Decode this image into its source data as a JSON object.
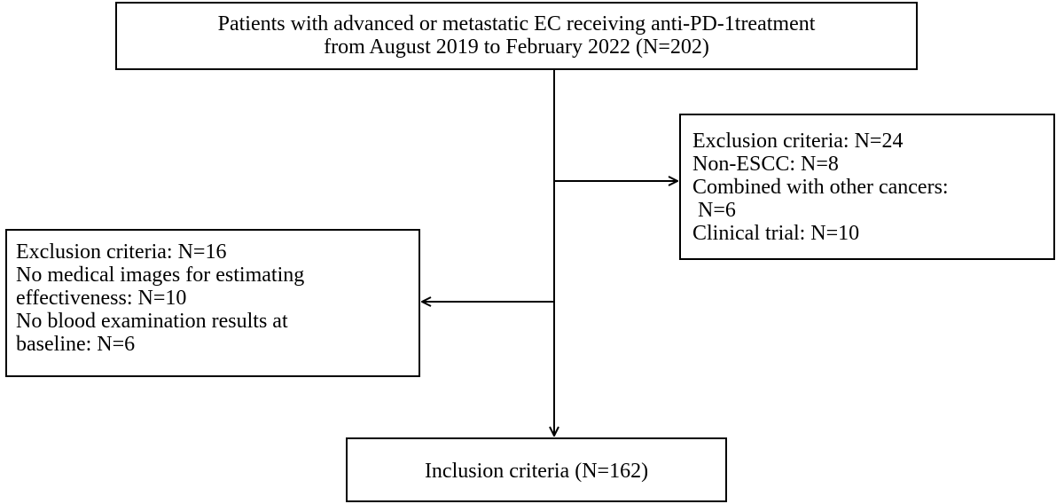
{
  "flow": {
    "top": {
      "lines": [
        "Patients with advanced or metastatic EC receiving anti-PD-1treatment",
        "from August 2019 to February 2022 (N=202)"
      ]
    },
    "exclusion_right": {
      "lines": [
        "Exclusion criteria: N=24",
        "Non-ESCC: N=8",
        "Combined with other cancers:",
        " N=6",
        "Clinical trial: N=10"
      ]
    },
    "exclusion_left": {
      "lines": [
        "Exclusion criteria: N=16",
        "No medical images for estimating",
        "effectiveness: N=10",
        "No blood examination results at",
        "baseline: N=6"
      ]
    },
    "inclusion": {
      "label": "Inclusion criteria (N=162)"
    }
  }
}
